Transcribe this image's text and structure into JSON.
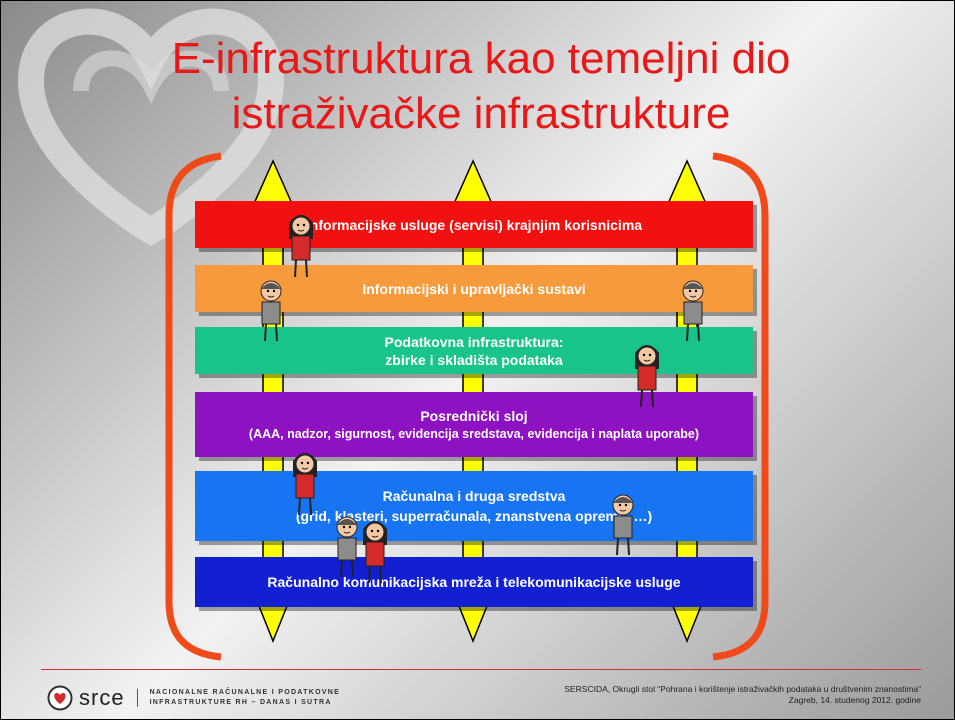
{
  "title": {
    "line1": "E-infrastruktura kao temeljni dio",
    "line2": "istraživačke infrastrukture"
  },
  "layers": [
    {
      "label": "Informacijske usluge (servisi) krajnjim  korisnicima",
      "color": "#f21010"
    },
    {
      "label": "Informacijski i upravljački sustavi",
      "color": "#f79a3c"
    },
    {
      "label_line1": "Podatkovna infrastruktura:",
      "label_line2": "zbirke i skladišta podataka",
      "color": "#19c48a"
    },
    {
      "label_line1": "Posrednički sloj",
      "label_line2": "(AAA, nadzor, sigurnost, evidencija sredstava, evidencija i naplata uporabe)",
      "color": "#8f12c2"
    },
    {
      "label_line1": "Računalna i druga sredstva",
      "label_line2": "(grid, klasteri, superračunala, znanstvena oprema, …)",
      "color": "#1774f2"
    },
    {
      "label": "Računalno komunikacijska mreža i telekomunikacijske usluge",
      "color": "#1220d2"
    }
  ],
  "footer": {
    "logo_text": "srce",
    "tagline_line1": "NACIONALNE RAČUNALNE I PODATKOVNE",
    "tagline_line2": "INFRASTRUKTURE RH – DANAS I SUTRA",
    "event_line1": "SERSCIDA, Okrugli stol “Pohrana i korištenje istraživačkih podataka u društvenim znanostima”",
    "event_line2": "Zagreb, 14. studenog 2012. godine"
  },
  "colors": {
    "title": "#e81818",
    "bracket": "#f04a1a",
    "arrow_fill": "#ffff00"
  }
}
